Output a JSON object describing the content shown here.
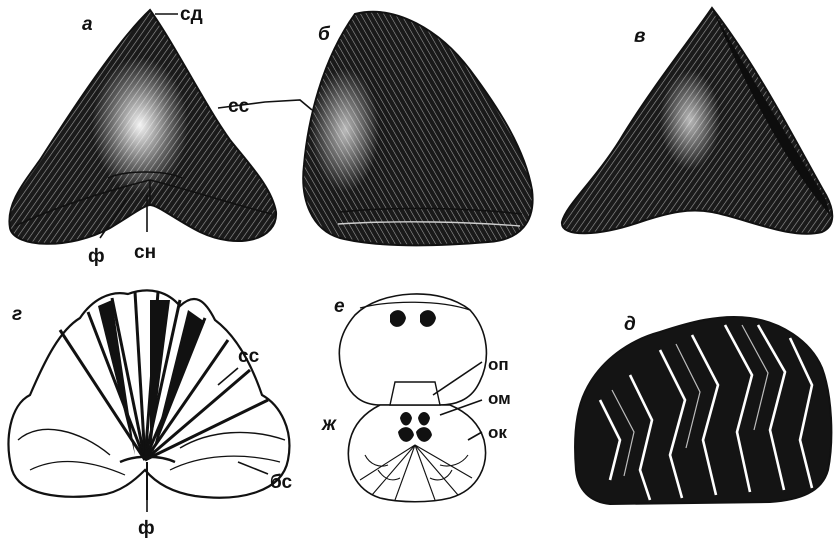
{
  "panels": {
    "a": "а",
    "b": "б",
    "v": "в",
    "g": "г",
    "e": "е",
    "d": "д",
    "zh": "ж"
  },
  "annotations": {
    "sd": "сд",
    "ss_top": "сс",
    "f_top": "ф",
    "sn": "сн",
    "ss_g": "сс",
    "bs": "бс",
    "f_g": "ф",
    "op": "оп",
    "om": "ом",
    "ok": "ок"
  },
  "colors": {
    "ink": "#111111",
    "paper": "#ffffff"
  }
}
